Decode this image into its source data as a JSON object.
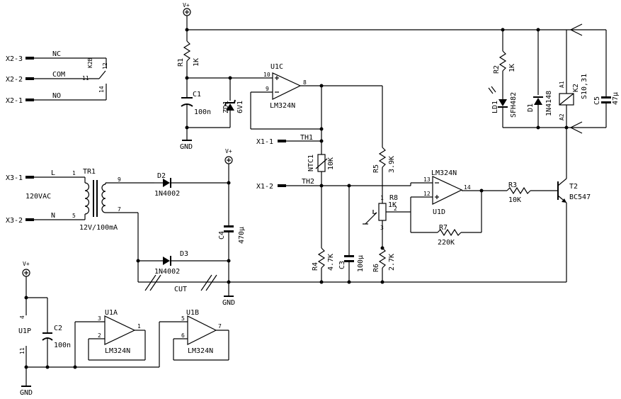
{
  "supply": {
    "vplus": "V+",
    "gnd": "GND"
  },
  "connectors": {
    "x2_3": "X2-3",
    "x2_2": "X2-2",
    "x2_1": "X2-1",
    "x3_1": "X3-1",
    "x3_2": "X3-2",
    "x1_1": "X1-1",
    "x1_2": "X1-2"
  },
  "nets": {
    "nc": "NC",
    "com": "COM",
    "no": "NO",
    "l": "L",
    "n": "N",
    "th1": "TH1",
    "th2": "TH2",
    "cut": "CUT"
  },
  "relay_contact": {
    "name": "K2B",
    "pin11": "11",
    "pin12": "12",
    "pin14": "14"
  },
  "mains": {
    "label": "120VAC"
  },
  "transformer": {
    "name": "TR1",
    "rating": "12V/100mA",
    "p1": "1",
    "p5": "5",
    "p9": "9",
    "p7": "7"
  },
  "parts": {
    "r1": {
      "name": "R1",
      "value": "1K"
    },
    "c1": {
      "name": "C1",
      "value": "100n"
    },
    "zd1": {
      "name": "ZD1",
      "value": "6V1"
    },
    "u1c": {
      "name": "U1C",
      "type": "LM324N",
      "p10": "10",
      "p9": "9",
      "p8": "8"
    },
    "ntc1": {
      "name": "NTC1",
      "value": "10K"
    },
    "r5": {
      "name": "R5",
      "value": "3.9K"
    },
    "r8": {
      "name": "R8",
      "value": "1K",
      "p1": "1",
      "p2": "2",
      "p3": "3"
    },
    "r6": {
      "name": "R6",
      "value": "2.7K"
    },
    "r4": {
      "name": "R4",
      "value": "4.7K"
    },
    "c3": {
      "name": "C3",
      "value": "100µ"
    },
    "c4": {
      "name": "C4",
      "value": "470µ"
    },
    "d2": {
      "name": "D2",
      "value": "1N4002"
    },
    "d3": {
      "name": "D3",
      "value": "1N4002"
    },
    "u1d": {
      "name": "U1D",
      "type": "LM324N",
      "p13": "13",
      "p12": "12",
      "p14": "14"
    },
    "r7": {
      "name": "R7",
      "value": "220K"
    },
    "r3": {
      "name": "R3",
      "value": "10K"
    },
    "t2": {
      "name": "T2",
      "value": "BC547"
    },
    "r2": {
      "name": "R2",
      "value": "1K"
    },
    "ld1": {
      "name": "LD1",
      "value": "SFH482"
    },
    "d1": {
      "name": "D1",
      "value": "1N4148"
    },
    "k2": {
      "name": "K2",
      "value": "S10,31",
      "a1": "A1",
      "a2": "A2"
    },
    "c5": {
      "name": "C5",
      "value": "47µ"
    },
    "c2": {
      "name": "C2",
      "value": "100n"
    },
    "u1p": {
      "name": "U1P",
      "p4": "4",
      "p11": "11"
    },
    "u1a": {
      "name": "U1A",
      "type": "LM324N",
      "p3": "3",
      "p2": "2",
      "p1": "1"
    },
    "u1b": {
      "name": "U1B",
      "type": "LM324N",
      "p5": "5",
      "p6": "6",
      "p7": "7"
    }
  }
}
